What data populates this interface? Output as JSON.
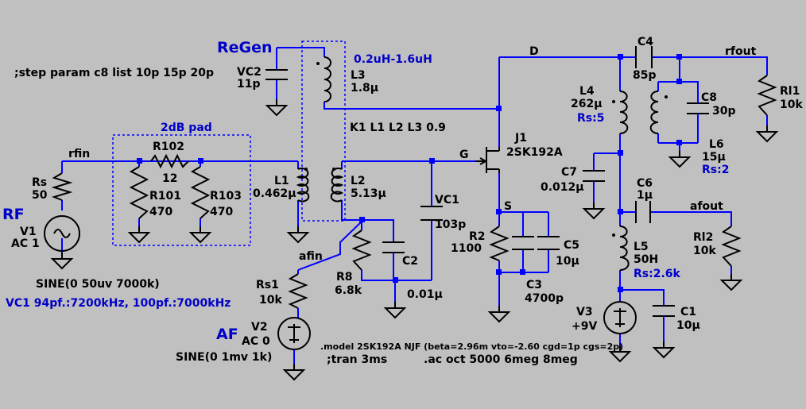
{
  "labels": {
    "regen": "ReGen",
    "rf": "RF",
    "af": "AF",
    "step": ";step param c8 list 10p 15p 20p",
    "pad_title": "2dB pad",
    "k1": "K1 L1 L2 L3 0.9",
    "l3_range": "0.2uH-1.6uH",
    "model": ".model 2SK192A NJF (beta=2.96m vto=-2.60 cgd=1p cgs=2p)",
    "tran": ";tran 3ms",
    "ac": ".ac oct 5000 6meg 8meg",
    "vc1_note": "VC1 94pf.:7200kHz, 100pf.:7000kHz",
    "v1_sine": "SINE(0 50uv 7000k)",
    "v2_sine": "SINE(0 1mv 1k)"
  },
  "nets": {
    "rfin": "rfin",
    "afin": "afin",
    "rfout": "rfout",
    "afout": "afout",
    "D": "D",
    "G": "G",
    "S": "S"
  },
  "components": {
    "vc2": {
      "name": "VC2",
      "value": "11p"
    },
    "l3": {
      "name": "L3",
      "value": "1.8µ"
    },
    "l1": {
      "name": "L1",
      "value": "0.462µ"
    },
    "l2": {
      "name": "L2",
      "value": "5.13µ"
    },
    "rs": {
      "name": "Rs",
      "value": "50"
    },
    "v1": {
      "name": "V1",
      "value": "AC 1"
    },
    "r102": {
      "name": "R102",
      "value": "12"
    },
    "r101": {
      "name": "R101",
      "value": "470"
    },
    "r103": {
      "name": "R103",
      "value": "470"
    },
    "vc1": {
      "name": "VC1",
      "value": "103p"
    },
    "j1": {
      "name": "J1",
      "value": "2SK192A"
    },
    "r2": {
      "name": "R2",
      "value": "1100"
    },
    "c5": {
      "name": "C5",
      "value": "10µ"
    },
    "c3": {
      "name": "C3",
      "value": "4700p"
    },
    "c2": {
      "name": "C2",
      "value": "0.01µ"
    },
    "r8": {
      "name": "R8",
      "value": "6.8k"
    },
    "rs1": {
      "name": "Rs1",
      "value": "10k"
    },
    "v2": {
      "name": "V2",
      "value": "AC 0"
    },
    "c4": {
      "name": "C4",
      "value": "85p"
    },
    "l4": {
      "name": "L4",
      "value": "262µ",
      "rs": "Rs:5"
    },
    "c8": {
      "name": "C8",
      "value": "30p"
    },
    "l6": {
      "name": "L6",
      "value": "15µ",
      "rs": "Rs:2"
    },
    "rl1": {
      "name": "Rl1",
      "value": "10k"
    },
    "c7": {
      "name": "C7",
      "value": "0.012µ"
    },
    "c6": {
      "name": "C6",
      "value": "1µ"
    },
    "rl2": {
      "name": "Rl2",
      "value": "10k"
    },
    "l5": {
      "name": "L5",
      "value": "50H",
      "rs": "Rs:2.6k"
    },
    "v3": {
      "name": "V3",
      "value": "+9V"
    },
    "c1": {
      "name": "C1",
      "value": "10µ"
    }
  },
  "colors": {
    "background": "#c0c0c0",
    "wire": "#0000ff",
    "component": "#000000",
    "directive": "#0000c8"
  }
}
